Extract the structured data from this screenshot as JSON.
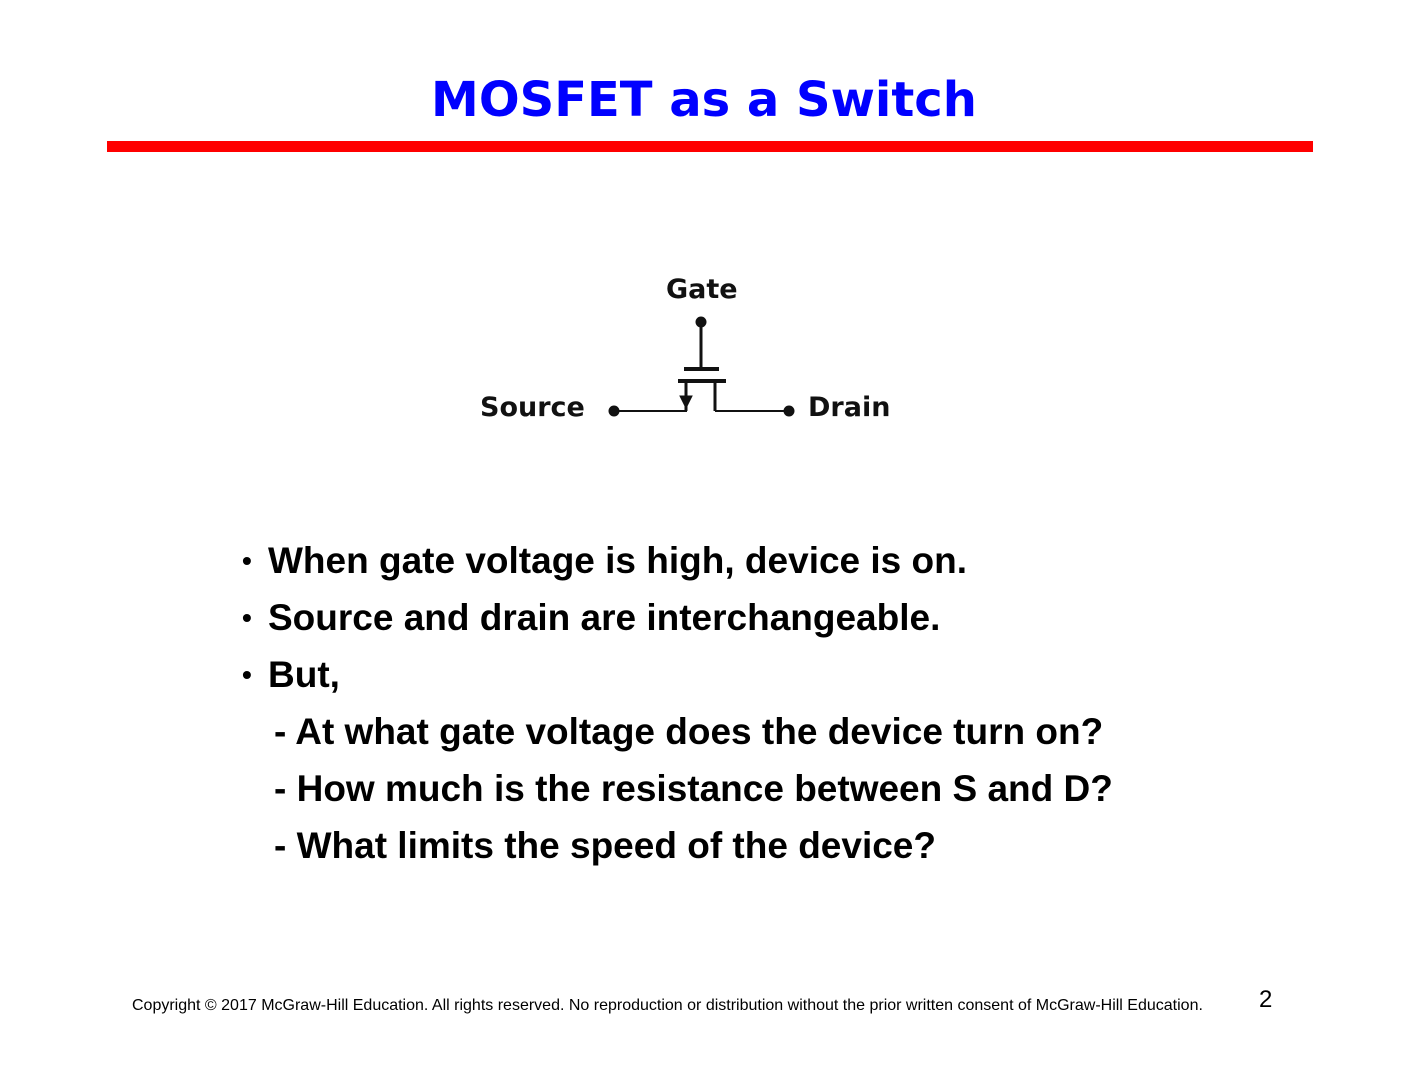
{
  "title": "MOSFET as a Switch",
  "colors": {
    "title": "#0000ff",
    "rule": "#ff0000"
  },
  "diagram": {
    "gate": "Gate",
    "source": "Source",
    "drain": "Drain"
  },
  "bullets": [
    "When gate voltage is high, device is on.",
    "Source and drain are interchangeable.",
    "But,"
  ],
  "bullet_symbol": "•",
  "sub_items": [
    "- At what gate voltage does the device turn on?",
    "- How much is the resistance between S and D?",
    "- What limits the speed of the device?"
  ],
  "footer": {
    "copyright": "Copyright © 2017 McGraw-Hill Education. All rights reserved. No reproduction or distribution without the prior written consent of McGraw-Hill Education.",
    "page_number": "2"
  }
}
